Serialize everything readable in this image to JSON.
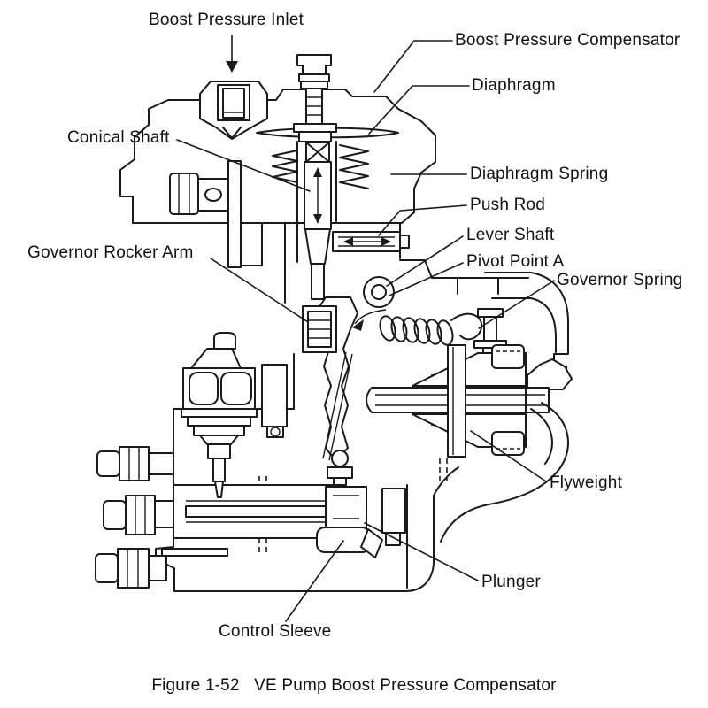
{
  "figure": {
    "caption": "Figure 1-52   VE Pump Boost Pressure Compensator",
    "line_color": "#1a1a1a",
    "background_color": "#ffffff",
    "labels": [
      {
        "id": "boost-pressure-inlet",
        "text": "Boost Pressure Inlet"
      },
      {
        "id": "boost-pressure-compensator",
        "text": "Boost Pressure Compensator"
      },
      {
        "id": "diaphragm",
        "text": "Diaphragm"
      },
      {
        "id": "conical-shaft",
        "text": "Conical Shaft"
      },
      {
        "id": "diaphragm-spring",
        "text": "Diaphragm Spring"
      },
      {
        "id": "push-rod",
        "text": "Push Rod"
      },
      {
        "id": "lever-shaft",
        "text": "Lever Shaft"
      },
      {
        "id": "pivot-point-a",
        "text": "Pivot Point A"
      },
      {
        "id": "governor-spring",
        "text": "Governor Spring"
      },
      {
        "id": "governor-rocker-arm",
        "text": "Governor Rocker Arm"
      },
      {
        "id": "flyweight",
        "text": "Flyweight"
      },
      {
        "id": "plunger",
        "text": "Plunger"
      },
      {
        "id": "control-sleeve",
        "text": "Control Sleeve"
      }
    ]
  }
}
